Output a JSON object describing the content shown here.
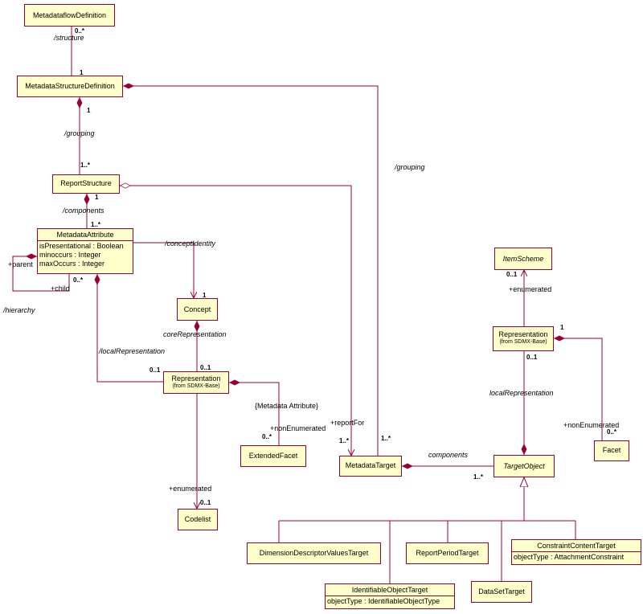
{
  "classes": {
    "metadataflow_definition": {
      "name": "MetadataflowDefinition"
    },
    "metadata_structure_definition": {
      "name": "MetadataStructureDefinition"
    },
    "report_structure": {
      "name": "ReportStructure"
    },
    "metadata_attribute": {
      "name": "MetadataAttribute",
      "attributes": [
        "isPresentational : Boolean",
        "minoccurs : Integer",
        "maxOccurs : Integer"
      ]
    },
    "concept": {
      "name": "Concept"
    },
    "representation_left": {
      "name": "Representation",
      "sub": "(from SDMX-Base)"
    },
    "extended_facet": {
      "name": "ExtendedFacet"
    },
    "codelist": {
      "name": "Codelist"
    },
    "metadata_target": {
      "name": "MetadataTarget"
    },
    "item_scheme": {
      "name": "ItemScheme"
    },
    "representation_right": {
      "name": "Representation",
      "sub": "(from SDMX-Base)"
    },
    "facet": {
      "name": "Facet"
    },
    "target_object": {
      "name": "TargetObject"
    },
    "dimension_descriptor_values_target": {
      "name": "DimensionDescriptorValuesTarget"
    },
    "report_period_target": {
      "name": "ReportPeriodTarget"
    },
    "constraint_content_target": {
      "name": "ConstraintContentTarget",
      "attributes": [
        "objectType : AttachmentConstraint"
      ]
    },
    "identifiable_object_target": {
      "name": "IdentifiableObjectTarget",
      "attributes": [
        "objectType : IdentifiableObjectType"
      ]
    },
    "data_set_target": {
      "name": "DataSetTarget"
    }
  },
  "labels": {
    "structure": "/structure",
    "grouping_left": "/grouping",
    "grouping_right": "/grouping",
    "components_left": "/components",
    "concept_identity": "/conceptIdentity",
    "parent": "+parent",
    "child": "+child",
    "hierarchy": "/hierarchy",
    "core_representation": "coreRepresentation",
    "local_representation_left": "/localRepresentation",
    "metadata_attribute_constraint": "{Metadata Attribute}",
    "non_enumerated_left": "+nonEnumerated",
    "enumerated_left": "+enumerated",
    "report_for": "+reportFor",
    "enumerated_right": "+enumerated",
    "local_representation_right": "localRepresentation",
    "non_enumerated_right": "+nonEnumerated",
    "components_right": "components"
  },
  "multiplicities": {
    "mfd_mult": "0..*",
    "msd_struct_mult": "1",
    "msd_group_mult": "1",
    "rs_group_mult": "1..*",
    "rs_comp_mult": "1",
    "ma_comp_mult": "1..*",
    "ma_child_mult": "0..*",
    "concept_mult": "1",
    "rep_local_mult": "0..1",
    "rep_core_mult": "0..1",
    "ef_mult": "0..*",
    "codelist_mult": "0..1",
    "mt_report_mult": "1..*",
    "mt_group_mult": "1..*",
    "is_mult": "0..1",
    "rep_r_facet_mult": "1",
    "rep_r_local_mult": "0..1",
    "facet_mult": "0..*",
    "to_comp_mult": "1..*"
  },
  "colors": {
    "line": "#9a0033",
    "box_fill": "#ffffcc",
    "box_border": "#9a0033"
  }
}
